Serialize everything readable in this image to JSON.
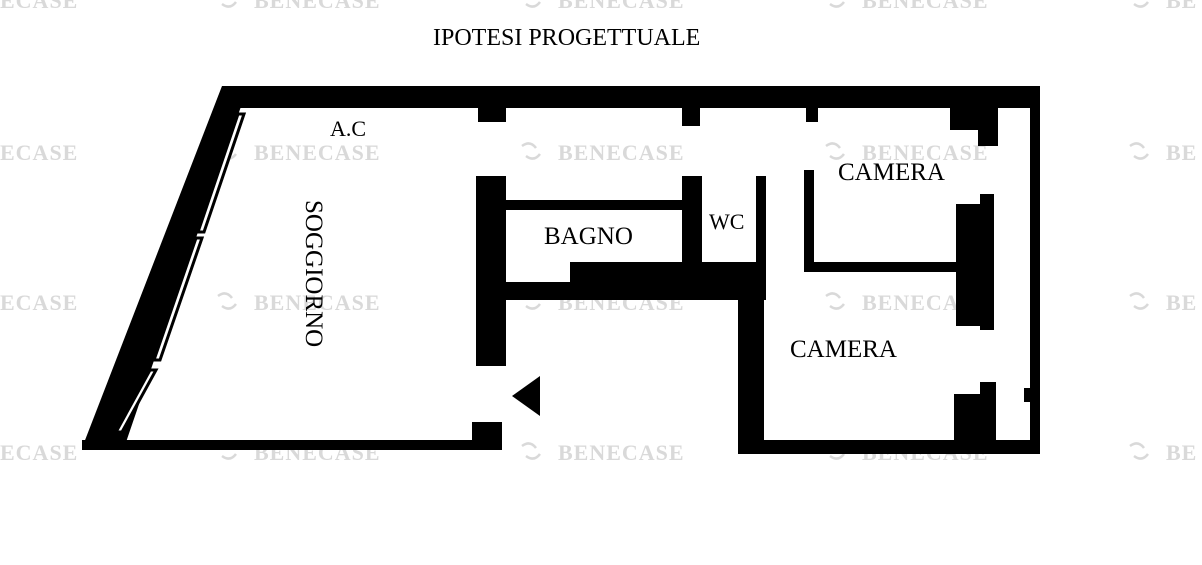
{
  "title": "IPOTESI PROGETTUALE",
  "watermark": {
    "text": "BENECASE",
    "partial_text": "ECASE",
    "edge_text": "BE",
    "color": "#d9d9d9"
  },
  "rooms": {
    "ac": "A.C",
    "soggiorno": "SOGGIORNO",
    "bagno": "BAGNO",
    "wc": "WC",
    "camera_top": "CAMERA",
    "camera_bottom": "CAMERA"
  },
  "colors": {
    "wall": "#000000",
    "background": "#ffffff"
  }
}
